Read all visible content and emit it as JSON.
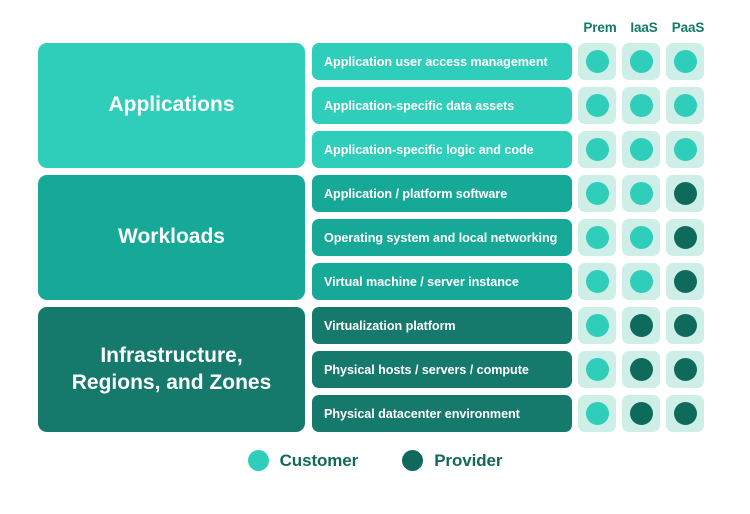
{
  "columns": [
    {
      "label": "Prem",
      "name": "prem"
    },
    {
      "label": "IaaS",
      "name": "iaas"
    },
    {
      "label": "PaaS",
      "name": "paas"
    }
  ],
  "colors": {
    "applications": "#2ecebb",
    "workloads": "#17a998",
    "infrastructure": "#15796b",
    "cell_background": "#cdefe8",
    "customer_dot": "#2ecebb",
    "provider_dot": "#0e6b5c",
    "header_text": "#147a6a",
    "legend_text": "#11695c",
    "page_background": "#ffffff"
  },
  "groups": [
    {
      "name": "applications",
      "title": "Applications",
      "color": "#2ecebb",
      "rows": [
        {
          "label": "Application user access management",
          "cells": [
            "customer",
            "customer",
            "customer"
          ]
        },
        {
          "label": "Application-specific data assets",
          "cells": [
            "customer",
            "customer",
            "customer"
          ]
        },
        {
          "label": "Application-specific logic and code",
          "cells": [
            "customer",
            "customer",
            "customer"
          ]
        }
      ]
    },
    {
      "name": "workloads",
      "title": "Workloads",
      "color": "#17a998",
      "rows": [
        {
          "label": "Application / platform software",
          "cells": [
            "customer",
            "customer",
            "provider"
          ]
        },
        {
          "label": "Operating system and local networking",
          "cells": [
            "customer",
            "customer",
            "provider"
          ]
        },
        {
          "label": "Virtual machine / server instance",
          "cells": [
            "customer",
            "customer",
            "provider"
          ]
        }
      ]
    },
    {
      "name": "infrastructure",
      "title": "Infrastructure,\nRegions, and Zones",
      "title_line1": "Infrastructure,",
      "title_line2": "Regions, and Zones",
      "color": "#15796b",
      "rows": [
        {
          "label": "Virtualization platform",
          "cells": [
            "customer",
            "provider",
            "provider"
          ]
        },
        {
          "label": "Physical hosts / servers / compute",
          "cells": [
            "customer",
            "provider",
            "provider"
          ]
        },
        {
          "label": "Physical datacenter environment",
          "cells": [
            "customer",
            "provider",
            "provider"
          ]
        }
      ]
    }
  ],
  "legend": [
    {
      "label": "Customer",
      "kind": "customer"
    },
    {
      "label": "Provider",
      "kind": "provider"
    }
  ]
}
